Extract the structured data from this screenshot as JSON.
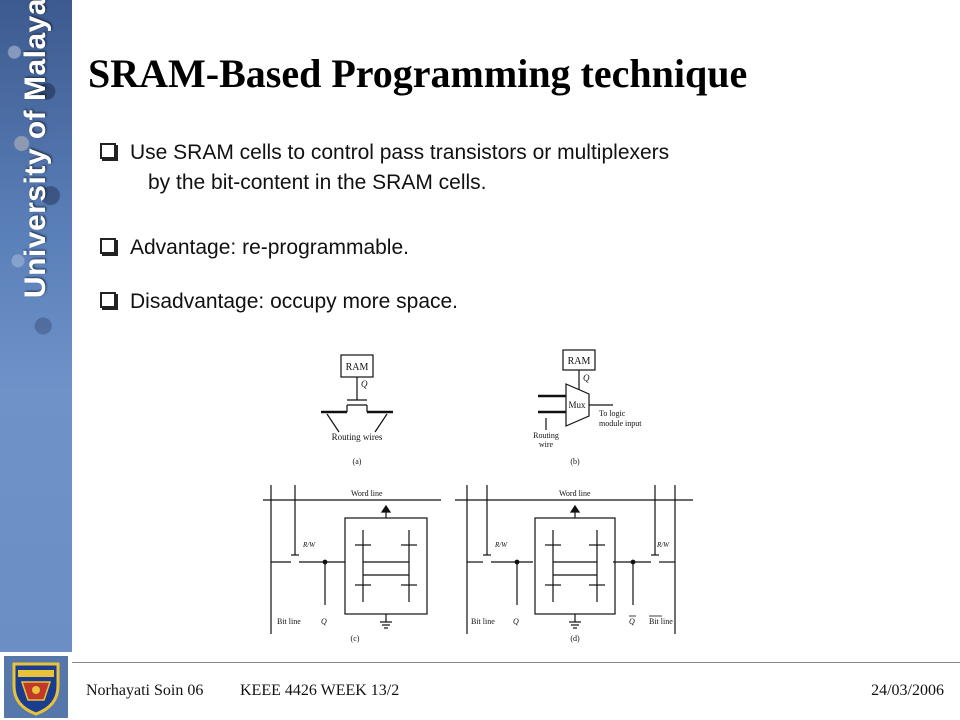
{
  "sidebar": {
    "label": "University of Malaya"
  },
  "slide": {
    "title": "SRAM-Based Programming technique",
    "bullets": [
      {
        "line1": "Use SRAM cells to control pass transistors or multiplexers",
        "line2": "by the bit-content in the SRAM cells."
      },
      {
        "line1": "Advantage: re-programmable."
      },
      {
        "line1": "Disadvantage: occupy more space."
      }
    ]
  },
  "diagram": {
    "ram_label": "RAM",
    "q_label": "Q",
    "q_bar_label": "Q",
    "mux_label": "Mux",
    "routing_wires": "Routing wires",
    "routing_wire_line1": "Routing",
    "routing_wire_line2": "wire",
    "to_logic_line1": "To logic",
    "to_logic_line2": "module input",
    "word_line": "Word line",
    "rw_label": "R/W",
    "bit_line": "Bit line",
    "bit_bar_line": "Bit line",
    "caption_a": "(a)",
    "caption_b": "(b)",
    "caption_c": "(c)",
    "caption_d": "(d)"
  },
  "footer": {
    "author": "Norhayati Soin 06",
    "course": "KEEE 4426 WEEK   13/2",
    "date": "24/03/2006"
  }
}
